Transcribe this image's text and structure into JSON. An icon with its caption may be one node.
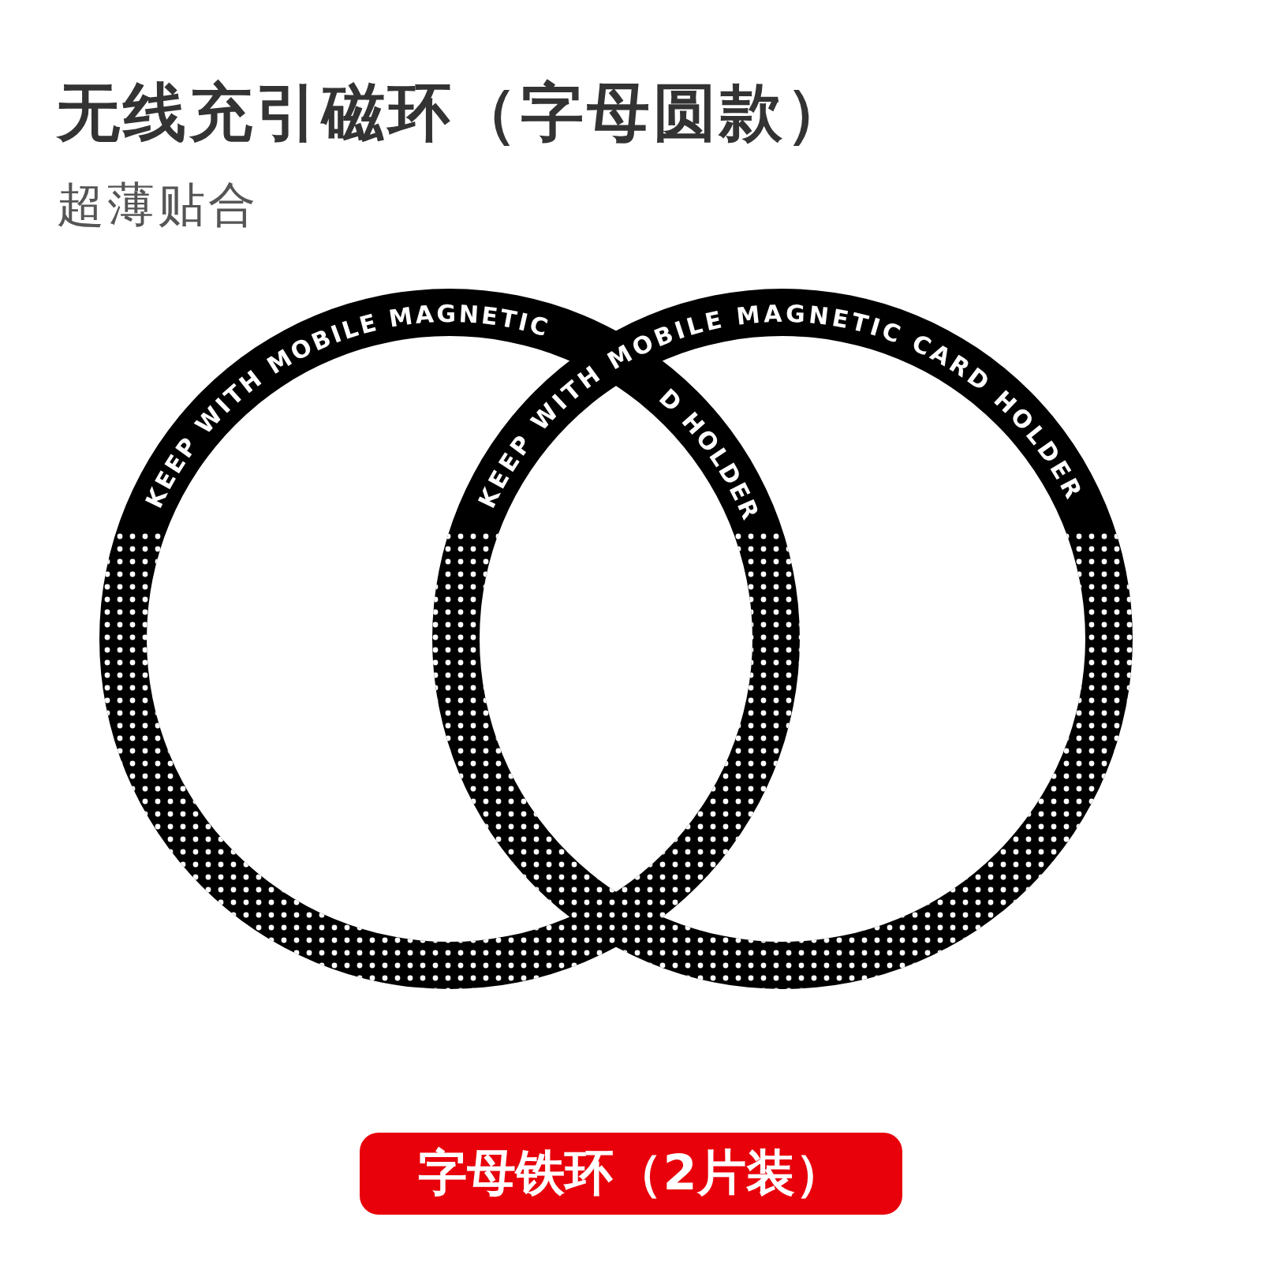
{
  "diagram": {
    "title": "无线充引磁环（字母圆款）",
    "nodes": [
      {
        "text": [
          "KEEP WITH MOBILE MAGNETIC",
          "D HOLDER"
        ]
      },
      {
        "text": [
          "KEEP WITH MOBILE MAGNETIC CARD HOLDER"
        ]
      },
      {
        "text": [
          "字母铁环（2片装）"
        ]
      }
    ],
    "labels": [
      "超薄贴合"
    ]
  }
}
